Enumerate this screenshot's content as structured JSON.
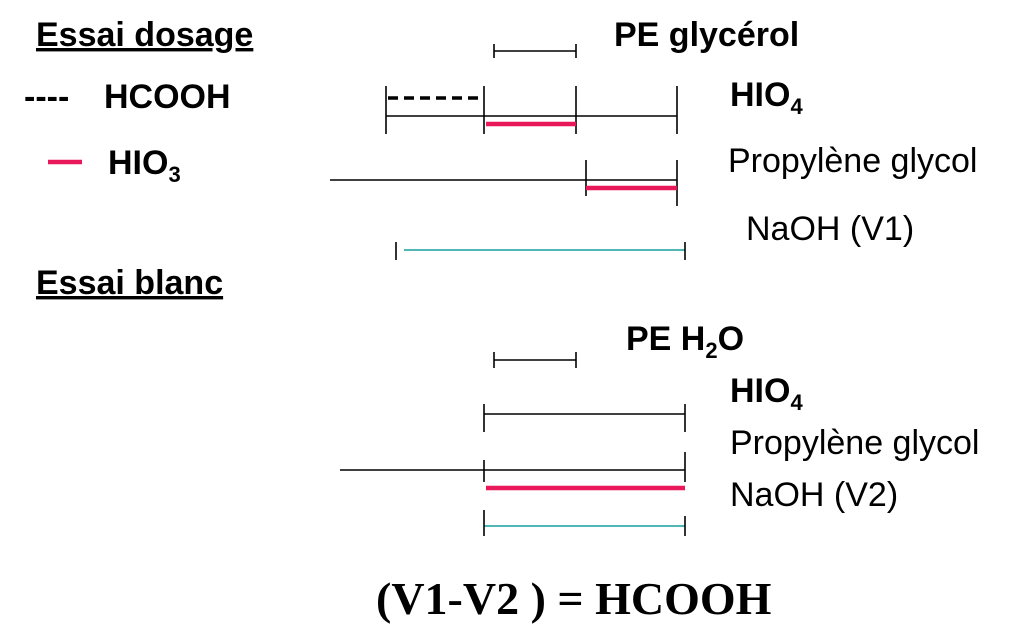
{
  "headings": {
    "dosage": "Essai dosage",
    "blanc": "Essai blanc"
  },
  "legend": {
    "hcooh_symbol": "----",
    "hcooh_label": "HCOOH",
    "hio3_main": "HIO",
    "hio3_sub": "3"
  },
  "dosage_labels": {
    "pe": "PE glycérol",
    "hio4_main": "HIO",
    "hio4_sub": "4",
    "propylene": "Propylène glycol",
    "naoh": "NaOH (V1)"
  },
  "blanc_labels": {
    "pe_main": "PE H",
    "pe_sub": "2",
    "pe_end": "O",
    "hio4_main": "HIO",
    "hio4_sub": "4",
    "propylene": "Propylène glycol",
    "naoh": "NaOH (V2)"
  },
  "formula": "(V1-V2 ) = HCOOH",
  "colors": {
    "hio3": "#e8185a",
    "naoh": "#179e9e",
    "hcooh": "#000000"
  }
}
